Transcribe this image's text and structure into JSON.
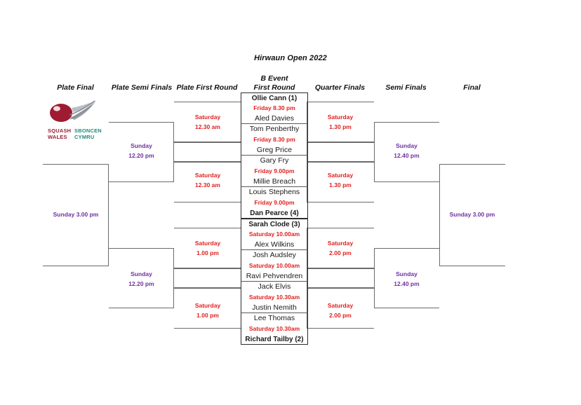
{
  "title": "Hirwaun Open 2022",
  "headers": {
    "plate_final": "Plate Final",
    "plate_semi": "Plate Semi Finals",
    "plate_first": "Plate First Round",
    "b_event": "B Event",
    "first_round": "First Round",
    "quarter": "Quarter Finals",
    "semi": "Semi Finals",
    "final": "Final"
  },
  "colors": {
    "time_red": "#e02020",
    "time_purple": "#7030a0",
    "line": "#6b6b6b",
    "logo_red": "#9e1b32",
    "logo_teal": "#1f8a7a"
  },
  "logo": {
    "line1_left": "SQUASH",
    "line1_right": "SBONCEN",
    "line2_left": "WALES",
    "line2_right": "CYMRU"
  },
  "first_round": [
    {
      "name": "Ollie Cann (1)",
      "seeded": true
    },
    {
      "time": "Friday 8.30 pm"
    },
    {
      "name": "Aled Davies",
      "seeded": false
    },
    {
      "name": "Tom Penberthy",
      "seeded": false
    },
    {
      "time": "Friday 8.30 pm"
    },
    {
      "name": "Greg Price",
      "seeded": false
    },
    {
      "name": "Gary Fry",
      "seeded": false
    },
    {
      "time": "Friday 9.00pm"
    },
    {
      "name": "Millie Breach",
      "seeded": false
    },
    {
      "name": "Louis Stephens",
      "seeded": false
    },
    {
      "time": "Friday 9.00pm"
    },
    {
      "name": "Dan Pearce (4)",
      "seeded": true
    },
    {
      "name": "Sarah Clode (3)",
      "seeded": true
    },
    {
      "time": "Saturday 10.00am"
    },
    {
      "name": "Alex Wilkins",
      "seeded": false
    },
    {
      "name": "Josh Audsley",
      "seeded": false
    },
    {
      "time": "Saturday 10.00am"
    },
    {
      "name": "Ravi Pehvendren",
      "seeded": false
    },
    {
      "name": "Jack Elvis",
      "seeded": false
    },
    {
      "time": "Saturday 10.30am"
    },
    {
      "name": "Justin Nemith",
      "seeded": false
    },
    {
      "name": "Lee Thomas",
      "seeded": false
    },
    {
      "time": "Saturday 10.30am"
    },
    {
      "name": "Richard Tailby (2)",
      "seeded": true
    }
  ],
  "quarter_finals": [
    {
      "day": "Saturday",
      "time": "1.30 pm"
    },
    {
      "day": "Saturday",
      "time": "1.30 pm"
    },
    {
      "day": "Saturday",
      "time": "2.00 pm"
    },
    {
      "day": "Saturday",
      "time": "2.00 pm"
    }
  ],
  "semi_finals": [
    {
      "day": "Sunday",
      "time": "12.40 pm"
    },
    {
      "day": "Sunday",
      "time": "12.40 pm"
    }
  ],
  "final": {
    "label": "Sunday 3.00 pm"
  },
  "plate_first_round": [
    {
      "day": "Saturday",
      "time": "12.30 am"
    },
    {
      "day": "Saturday",
      "time": "12.30 am"
    },
    {
      "day": "Saturday",
      "time": "1.00 pm"
    },
    {
      "day": "Saturday",
      "time": "1.00 pm"
    }
  ],
  "plate_semi_finals": [
    {
      "day": "Sunday",
      "time": "12.20 pm"
    },
    {
      "day": "Sunday",
      "time": "12.20 pm"
    }
  ],
  "plate_final": {
    "label": "Sunday 3.00 pm"
  }
}
